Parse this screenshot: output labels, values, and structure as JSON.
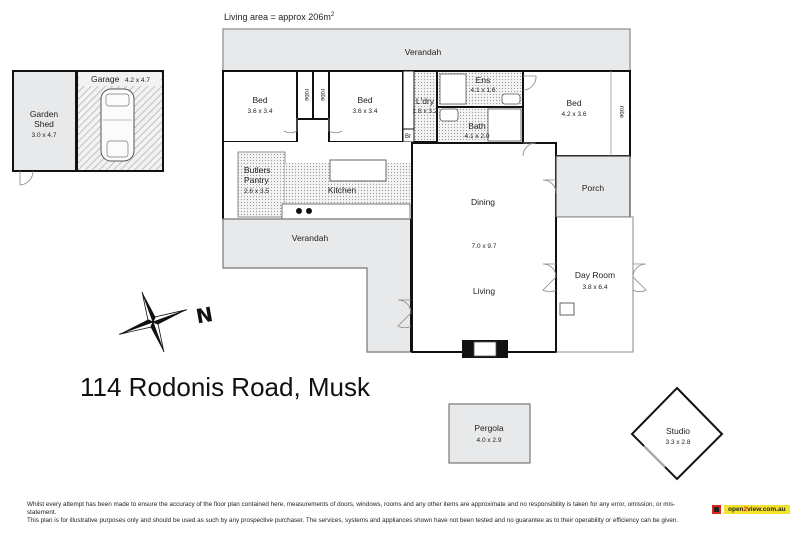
{
  "header": {
    "living_area": "Living area = approx 206m",
    "living_area_sup": "2"
  },
  "address": "114 Rodonis Road, Musk",
  "compass": {
    "label": "N"
  },
  "rooms": {
    "verandah_top": {
      "name": "Verandah"
    },
    "garden_shed": {
      "name_line1": "Garden",
      "name_line2": "Shed",
      "dims": "3.0 x 4.7"
    },
    "garage": {
      "name": "Garage",
      "dims": "4.2 x 4.7"
    },
    "bed1": {
      "name": "Bed",
      "dims": "3.6 x 3.4"
    },
    "robe1": {
      "name": "robe"
    },
    "robe2": {
      "name": "robe"
    },
    "bed2": {
      "name": "Bed",
      "dims": "3.6 x 3.4"
    },
    "laundry": {
      "name": "L'dry",
      "dims": "1.6 x 3.2"
    },
    "broom": {
      "name": "Br"
    },
    "ensuite": {
      "name": "Ens",
      "dims": "4.1 x 1.6"
    },
    "bath": {
      "name": "Bath",
      "dims": "4.1 x 2.0"
    },
    "bed3": {
      "name": "Bed",
      "dims": "4.2 x 3.6"
    },
    "robe3": {
      "name": "robe"
    },
    "butlers_pantry": {
      "name_line1": "Butlers",
      "name_line2": "Pantry",
      "dims": "2.6 x 3.5"
    },
    "kitchen": {
      "name": "Kitchen"
    },
    "dining": {
      "name": "Dining"
    },
    "dining_living_dims": {
      "dims": "7.0 x 9.7"
    },
    "living": {
      "name": "Living"
    },
    "porch": {
      "name": "Porch"
    },
    "day_room": {
      "name": "Day Room",
      "dims": "3.8 x 6.4"
    },
    "verandah_side": {
      "name": "Verandah"
    },
    "pergola": {
      "name": "Pergola",
      "dims": "4.0 x 2.9"
    },
    "studio": {
      "name": "Studio",
      "dims": "3.3 x 2.8"
    }
  },
  "footer": {
    "disclaimer_line1": "Whilst every attempt has been made to ensure the accuracy of the floor plan contained here, measurements of doors, windows, rooms and any other items are approximate and no responsibility is taken for any error, omission, or mis-statement.",
    "disclaimer_line2": "This plan is for illustrative purposes only and should be used as such by any prospective purchaser. The services, systems and appliances shown have not been tested and no guarantee as to their operability or efficiency can be given.",
    "brand_prefix": "open",
    "brand_two": "2",
    "brand_suffix": "view.com.au"
  },
  "colors": {
    "wall": "#111111",
    "outdoor_fill": "#e8e9ea",
    "wet_area_fill": "#dcdcdc",
    "garage_hatch": "#bdbdbd",
    "brand_yellow": "#f5e22a",
    "brand_red": "#d8261c"
  }
}
